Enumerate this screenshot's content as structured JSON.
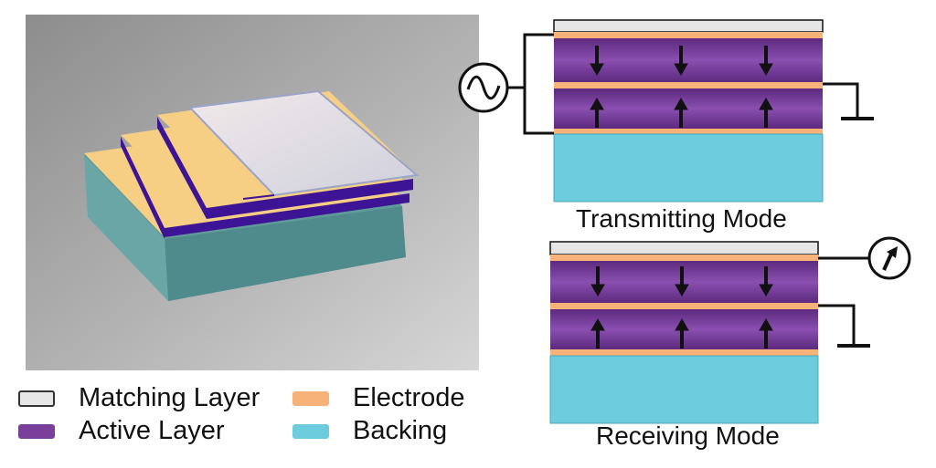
{
  "legend": {
    "matching_layer": "Matching Layer",
    "active_layer": "Active Layer",
    "electrode": "Electrode",
    "backing": "Backing"
  },
  "transmitting": {
    "caption": "Transmitting Mode"
  },
  "receiving": {
    "caption": "Receiving Mode"
  },
  "colors": {
    "matching_layer": "#e6e6e6",
    "active_layer": "#7a3f9a",
    "electrode": "#f7b27a",
    "backing": "#6ccbdc",
    "device_backing": "#4f8a8c",
    "device_active": "#3d1496",
    "device_electrode": "#f6cf84",
    "background_panel": "#a7a7a7"
  },
  "icons": {
    "source": "ac-sine-source-icon",
    "meter": "voltmeter-icon",
    "ground": "ground-icon",
    "arrow_down": "arrow-down-icon",
    "arrow_up": "arrow-up-icon"
  }
}
